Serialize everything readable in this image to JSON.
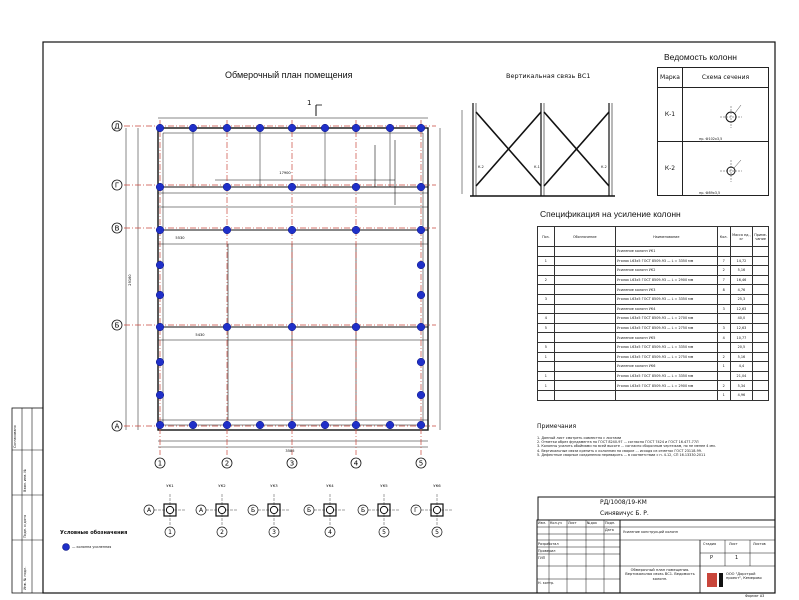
{
  "plan": {
    "title": "Обмерочный план помещения",
    "axes_v": [
      "1",
      "2",
      "3",
      "4",
      "5"
    ],
    "axes_h": [
      "Д",
      "Г",
      "В",
      "Б",
      "А"
    ],
    "dims": [
      "17900",
      "5530",
      "29160",
      "5430",
      "3585"
    ]
  },
  "brace": {
    "title": "Вертикальная связь ВС1",
    "k1": "К-1",
    "k2": "К-2"
  },
  "vedomost": {
    "title": "Ведомость колонн",
    "col_mark": "Марка",
    "col_section": "Схема сечения",
    "rows": [
      {
        "mark": "К-1",
        "note": "пр. Ф102х3,5"
      },
      {
        "mark": "К-2",
        "note": "пр. Ф89х3,5"
      }
    ]
  },
  "spec": {
    "title": "Спецификация на усиление колонн",
    "headers": [
      "Поз.",
      "Обозначение",
      "Наименование",
      "Кол.",
      "Масса ед., кг",
      "Приме- чание"
    ],
    "rows": [
      {
        "pos": "",
        "name": "Усиление колонн УК1",
        "qty": "",
        "mass": ""
      },
      {
        "pos": "1",
        "name": "Уголок L63х5 ГОСТ 8509-93 — L = 3350 мм",
        "qty": "7",
        "mass": "14,72"
      },
      {
        "pos": "",
        "name": "Усиление колонн УК2",
        "qty": "2",
        "mass": "5,16"
      },
      {
        "pos": "2",
        "name": "Уголок L63х5 ГОСТ 8509-93 — L = 2900 мм",
        "qty": "7",
        "mass": "16,46"
      },
      {
        "pos": "",
        "name": "Усиление колонн УК3",
        "qty": "8",
        "mass": "4,76"
      },
      {
        "pos": "3",
        "name": "Уголок L63х5 ГОСТ 8509-93 — L = 3350 мм",
        "qty": "",
        "mass": "25,3"
      },
      {
        "pos": "",
        "name": "Усиление колонн УК4",
        "qty": "3",
        "mass": "12,63"
      },
      {
        "pos": "4",
        "name": "Уголок L63х5 ГОСТ 8509-93 — L = 2700 мм",
        "qty": "",
        "mass": "40,0"
      },
      {
        "pos": "5",
        "name": "Уголок L63х5 ГОСТ 8509-93 — L = 2750 мм",
        "qty": "3",
        "mass": "12,63"
      },
      {
        "pos": "",
        "name": "Усиление колонн УК5",
        "qty": "4",
        "mass": "10,77"
      },
      {
        "pos": "5",
        "name": "Уголок L63х5 ГОСТ 8509-93 — L = 3350 мм",
        "qty": "",
        "mass": "20,5"
      },
      {
        "pos": "1",
        "name": "Уголок L63х5 ГОСТ 8509-93 — L = 2750 мм",
        "qty": "2",
        "mass": "5,16"
      },
      {
        "pos": "",
        "name": "Усиление колонн УК6",
        "qty": "1",
        "mass": "4,4"
      },
      {
        "pos": "1",
        "name": "Уголок L63х5 ГОСТ 8509-93 — L = 3350 мм",
        "qty": "",
        "mass": "21,04"
      },
      {
        "pos": "1",
        "name": "Уголок L63х5 ГОСТ 8509-93 — L = 2900 мм",
        "qty": "2",
        "mass": "5,34"
      },
      {
        "pos": "",
        "name": "",
        "qty": "1",
        "mass": "4,96"
      }
    ]
  },
  "notes": {
    "title": "Примечания",
    "items": [
      "1. Данный лист смотреть совместно с листами",
      "2. Отметки обрез фундамента по ГОСТ 8240-97 ... согласно ГОСТ 7424 и ГОСТ 16.477-77Л",
      "3. Колонны усилить обоймами по всей высоте ... согласно сборочным чертежам, но не менее 4 мм.",
      "4. Вертикальные связи крепить к колоннам на сварке ... исходя из отметок ГОСТ 23118-99.",
      "5. Дефектные сварные соединения переварить ... в соответствии с п. 4.12, СП 16.13330.2011"
    ]
  },
  "sections": {
    "labels": [
      "УК1",
      "УК2",
      "УК3",
      "УК4",
      "УК5",
      "УК6"
    ],
    "letters": [
      "А",
      "А",
      "Б",
      "Б",
      "Б",
      "Г"
    ]
  },
  "legend": {
    "title": "Условные обозначения",
    "item": "— колонна усиленная"
  },
  "titleblock": {
    "code": "РД/1008/19-КМ",
    "author": "Синявичус Б. Р.",
    "row_labels": [
      "Разработал",
      "Проверил",
      "ГИП",
      "Н. контр."
    ],
    "header_cells": [
      "Изм.",
      "Кол.уч",
      "Лист",
      "№док",
      "Подп.",
      "Дата"
    ],
    "project": "Усиление конструкций колонн",
    "stage_label": "Стадия",
    "sheet_label": "Лист",
    "sheets_label": "Листов",
    "stage": "Р",
    "sheet": "1",
    "drawing": "Обмерочный план помещения. Вертикальная связь ВС1. Ведомость колонн.",
    "company": "ООО \"Дорстрой проект\", Кемерово",
    "format": "Формат А3"
  },
  "sidebar": {
    "labels": [
      "Согласовано",
      "Взам. инв. №",
      "Подп. и дата",
      "Инв. № подл."
    ]
  },
  "colors": {
    "axis": "#c9463b",
    "column": "#1f2fc8",
    "line": "#111111"
  }
}
